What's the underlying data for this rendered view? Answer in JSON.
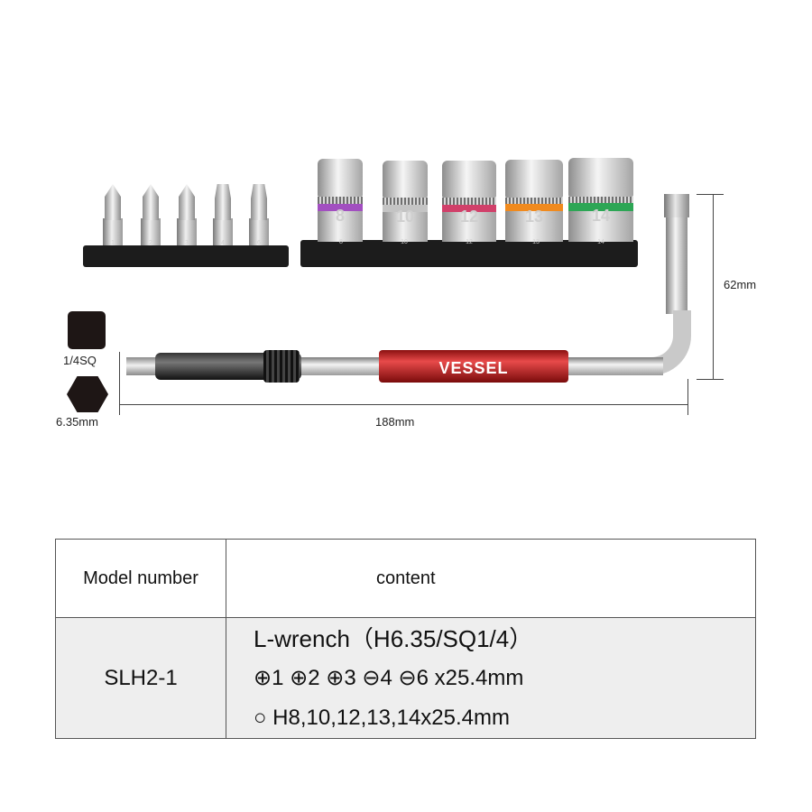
{
  "product": {
    "bits": [
      "1",
      "2",
      "3",
      "4",
      "6"
    ],
    "sockets": [
      {
        "size": "8",
        "label": "8",
        "band_color": "#a24fc0"
      },
      {
        "size": "10",
        "label": "10",
        "band_color": "#c4c4c4"
      },
      {
        "size": "12",
        "label": "12",
        "band_color": "#d1406a"
      },
      {
        "size": "13",
        "label": "13",
        "band_color": "#f08a1e"
      },
      {
        "size": "14",
        "label": "14",
        "band_color": "#2da655"
      }
    ],
    "brand": "VESSEL",
    "height_dimension": "62mm",
    "length_dimension": "188mm",
    "square_label": "1/4SQ",
    "hex_label": "6.35mm"
  },
  "table": {
    "headers": {
      "model": "Model number",
      "content": "content"
    },
    "model": "SLH2-1",
    "content_lines": [
      "L-wrench（H6.35/SQ1/4）",
      "⊕1 ⊕2 ⊕3 ⊖4 ⊖6 x25.4mm",
      "○ H8,10,12,13,14x25.4mm"
    ]
  }
}
